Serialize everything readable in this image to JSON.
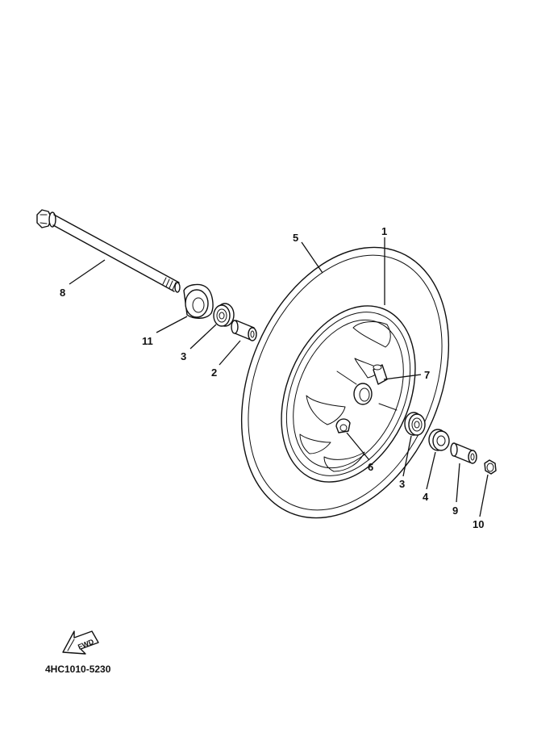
{
  "diagram": {
    "part_code": "4HC1010-5230",
    "fwd_label": "FWD",
    "callouts": [
      {
        "id": "axle",
        "label": "8"
      },
      {
        "id": "wheel-rim",
        "label": "1"
      },
      {
        "id": "tire",
        "label": "5"
      },
      {
        "id": "collar-11",
        "label": "11"
      },
      {
        "id": "bearing-left",
        "label": "3"
      },
      {
        "id": "spacer",
        "label": "2"
      },
      {
        "id": "valve",
        "label": "7"
      },
      {
        "id": "gear-unit",
        "label": "6"
      },
      {
        "id": "bearing-right",
        "label": "3"
      },
      {
        "id": "oil-seal",
        "label": "4"
      },
      {
        "id": "collar-9",
        "label": "9"
      },
      {
        "id": "nut",
        "label": "10"
      }
    ]
  }
}
